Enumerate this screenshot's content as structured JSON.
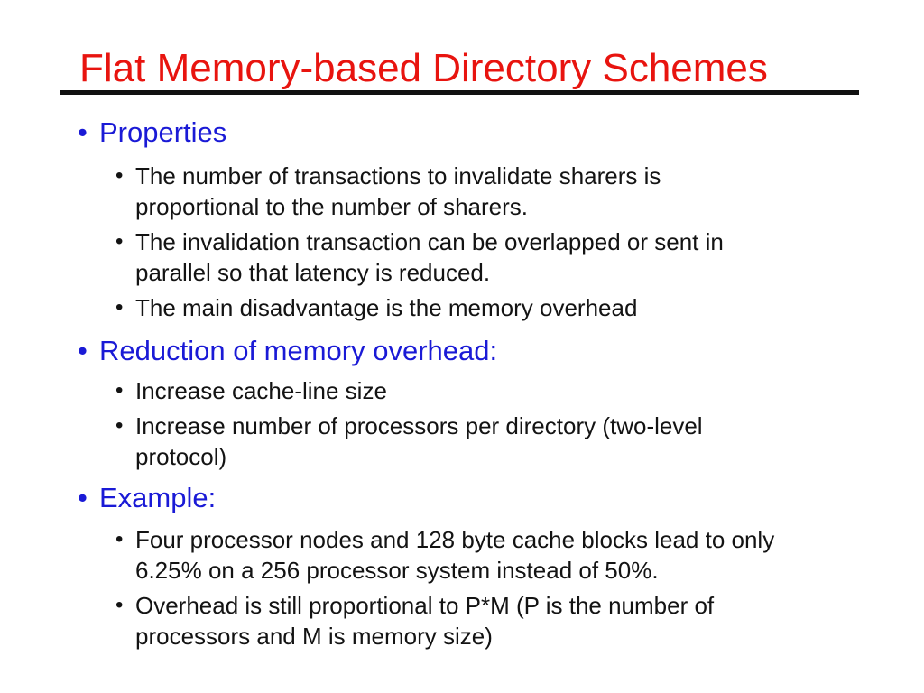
{
  "slide": {
    "title": "Flat Memory-based Directory Schemes",
    "bullet_glyph": "•",
    "sections": [
      {
        "heading": "Properties",
        "items": [
          "The number of transactions to invalidate sharers is\nproportional to the number of sharers.",
          "The invalidation transaction can be overlapped or sent in\nparallel so that latency is reduced.",
          "The main disadvantage is the memory overhead"
        ]
      },
      {
        "heading": "Reduction of memory overhead:",
        "items": [
          "Increase cache-line size",
          "Increase number of processors per directory (two-level\nprotocol)"
        ]
      },
      {
        "heading": "Example:",
        "items": [
          "Four processor nodes and 128 byte cache blocks lead to only\n6.25% on a 256 processor system instead of 50%.",
          "Overhead is still proportional to P*M (P is the number of\nprocessors and M is memory size)"
        ]
      }
    ]
  },
  "colors": {
    "background": "#ffffff",
    "title": "#e8140f",
    "heading": "#1a1ad6",
    "body": "#131313",
    "rule": "#111111"
  }
}
